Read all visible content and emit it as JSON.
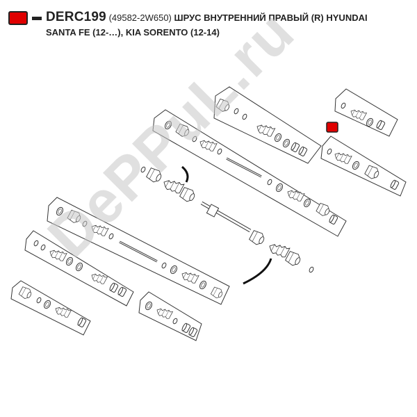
{
  "header": {
    "part_code": "DERC199",
    "oem_number": "(49582-2W650)",
    "description_line1": "ШРУС ВНУТРЕННИЙ ПРАВЫЙ (R) HYUNDAI",
    "description_line2": "SANTA FE  (12-…), KIA SORENTO (12-14)"
  },
  "watermark": "DePPuL.ru",
  "colors": {
    "marker": "#e00000",
    "line": "#333333",
    "watermark": "#c8c8c8"
  }
}
